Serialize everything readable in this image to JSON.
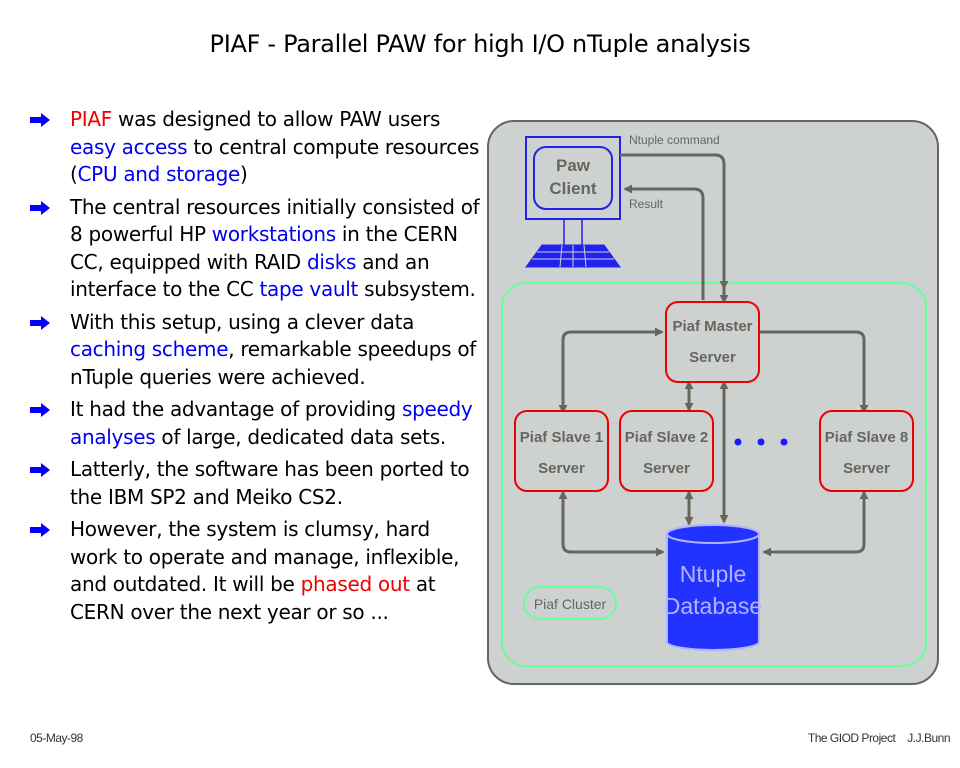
{
  "title": "PIAF - Parallel PAW for high I/O nTuple analysis",
  "bullets": [
    {
      "segments": [
        {
          "text": "PIAF",
          "color": "red"
        },
        {
          "text": " was designed to allow PAW users ",
          "color": "black"
        },
        {
          "text": "easy access",
          "color": "blue"
        },
        {
          "text": " to central compute resources (",
          "color": "black"
        },
        {
          "text": "CPU and storage",
          "color": "blue"
        },
        {
          "text": ")",
          "color": "black"
        }
      ]
    },
    {
      "segments": [
        {
          "text": "The central resources initially consisted of 8 powerful HP ",
          "color": "black"
        },
        {
          "text": "workstations",
          "color": "blue"
        },
        {
          "text": " in the CERN CC, equipped with RAID ",
          "color": "black"
        },
        {
          "text": "disks",
          "color": "blue"
        },
        {
          "text": " and an interface to the CC ",
          "color": "black"
        },
        {
          "text": "tape vault",
          "color": "blue"
        },
        {
          "text": " subsystem.",
          "color": "black"
        }
      ]
    },
    {
      "segments": [
        {
          "text": "With this setup, using a clever data ",
          "color": "black"
        },
        {
          "text": "caching scheme",
          "color": "blue"
        },
        {
          "text": ", remarkable speedups of nTuple queries were achieved.",
          "color": "black"
        }
      ]
    },
    {
      "segments": [
        {
          "text": "It had the advantage of providing ",
          "color": "black"
        },
        {
          "text": "speedy analyses",
          "color": "blue"
        },
        {
          "text": " of large, dedicated data sets.",
          "color": "black"
        }
      ]
    },
    {
      "segments": [
        {
          "text": "Latterly, the software has been ported to the IBM SP2 and Meiko CS2.",
          "color": "black"
        }
      ]
    },
    {
      "segments": [
        {
          "text": "However, the system is clumsy, hard work to operate and manage, inflexible, and outdated. It will be ",
          "color": "black"
        },
        {
          "text": "phased out",
          "color": "red"
        },
        {
          "text": " at CERN over the next year or so ...",
          "color": "black"
        }
      ]
    }
  ],
  "colors": {
    "blue": "#0000ee",
    "red": "#ee0000",
    "arrow": "#0000ff",
    "panel_bg": "#cdd1d0",
    "line": "#66665c",
    "cluster_border": "#66ff99",
    "server_border": "#ee0000",
    "database_fill": "#2233ff",
    "database_text": "#b3b3ff",
    "client_blue": "#2222ee",
    "dots": "#1a1aff"
  },
  "diagram": {
    "client": {
      "line1": "Paw",
      "line2": "Client"
    },
    "label_command": "Ntuple command",
    "label_result": "Result",
    "master": {
      "line1": "Piaf Master",
      "line2": "Server"
    },
    "slaves": [
      {
        "line1": "Piaf Slave 1",
        "line2": "Server"
      },
      {
        "line1": "Piaf Slave 2",
        "line2": "Server"
      },
      {
        "line1": "Piaf Slave 8",
        "line2": "Server"
      }
    ],
    "database": {
      "line1": "Ntuple",
      "line2": "Database"
    },
    "cluster_label": "Piaf Cluster"
  },
  "footer": {
    "date": "05-May-98",
    "project": "The GIOD Project",
    "author": "J.J.Bunn"
  }
}
